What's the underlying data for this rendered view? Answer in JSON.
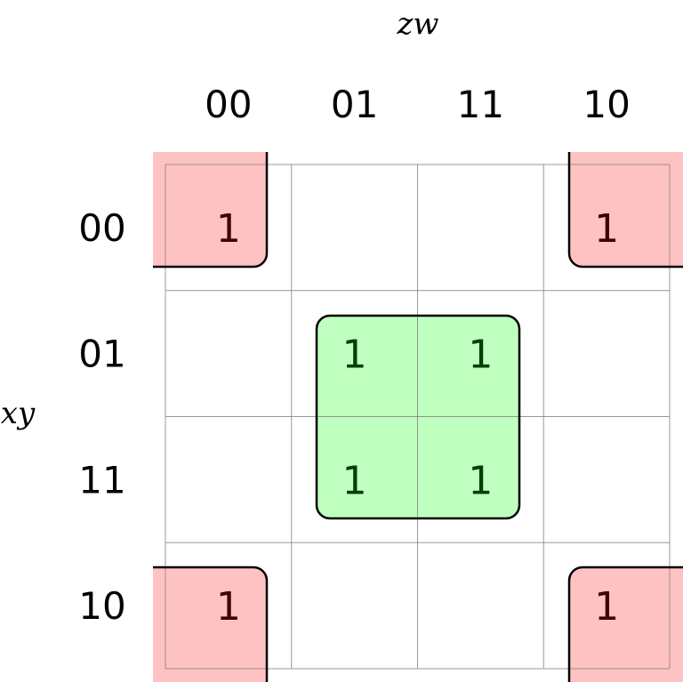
{
  "title_vars": {
    "columns": "zw",
    "rows": "xy"
  },
  "column_labels": [
    "00",
    "01",
    "11",
    "10"
  ],
  "row_labels": [
    "00",
    "01",
    "11",
    "10"
  ],
  "cells": [
    [
      "1",
      "",
      "",
      "1"
    ],
    [
      "",
      "1",
      "1",
      ""
    ],
    [
      "",
      "1",
      "1",
      ""
    ],
    [
      "1",
      "",
      "",
      "1"
    ]
  ],
  "groups": [
    {
      "name": "corners",
      "fill": "#ffbfbf",
      "text_color": "#400000",
      "cells": [
        [
          0,
          0
        ],
        [
          0,
          3
        ],
        [
          3,
          0
        ],
        [
          3,
          3
        ]
      ]
    },
    {
      "name": "center",
      "fill": "#bfffbf",
      "text_color": "#004000",
      "cells": [
        [
          1,
          1
        ],
        [
          1,
          2
        ],
        [
          2,
          1
        ],
        [
          2,
          2
        ]
      ]
    }
  ],
  "colors": {
    "grid": "#808080",
    "outline": "#000000"
  }
}
